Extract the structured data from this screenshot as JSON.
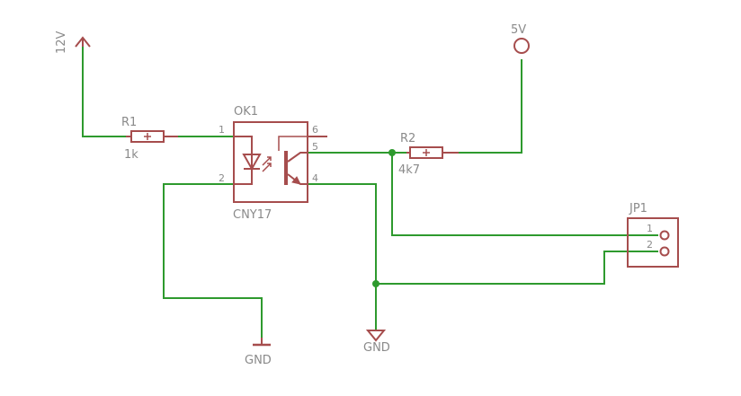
{
  "labels": {
    "supply_12v": "12V",
    "supply_5v": "5V",
    "r1_name": "R1",
    "r1_value": "1k",
    "r2_name": "R2",
    "r2_value": "4k7",
    "ok1_name": "OK1",
    "ok1_value": "CNY17",
    "jp1_name": "JP1",
    "gnd_left": "GND",
    "gnd_mid": "GND"
  },
  "pins": {
    "ok1_pin1": "1",
    "ok1_pin2": "2",
    "ok1_pin4": "4",
    "ok1_pin5": "5",
    "ok1_pin6": "6",
    "jp1_pin1": "1",
    "jp1_pin2": "2"
  },
  "colors": {
    "wire": "#2e9a2e",
    "symbol": "#a64d4d",
    "label": "#8a8a8a"
  }
}
